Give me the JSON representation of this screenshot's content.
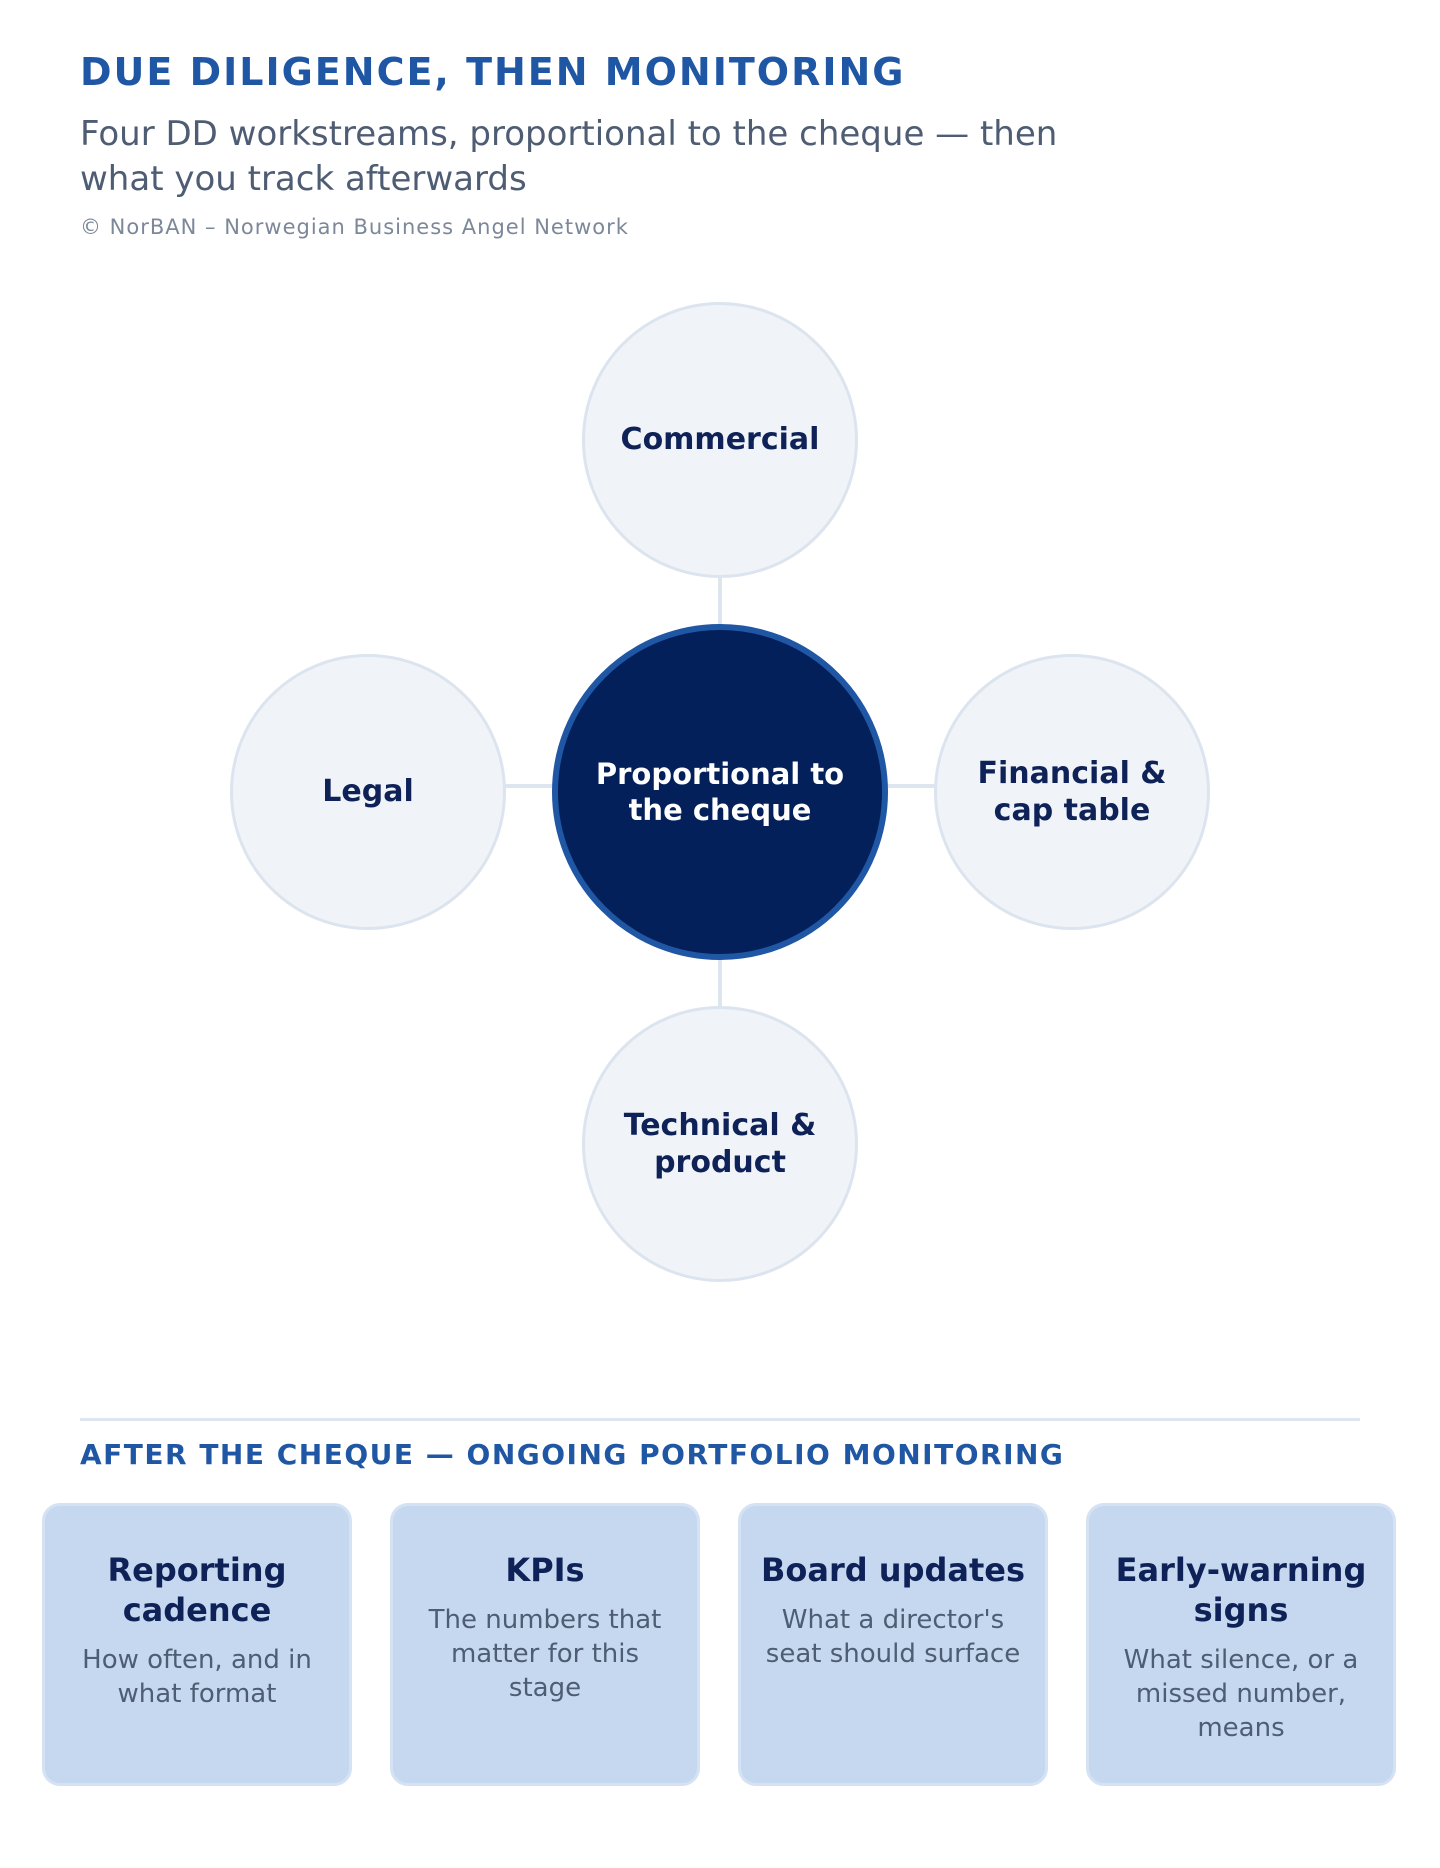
{
  "header": {
    "title": "DUE DILIGENCE, THEN MONITORING",
    "subtitle": "Four DD workstreams, proportional to the cheque — then what you track afterwards",
    "copyright": "© NorBAN – Norwegian Business Angel Network"
  },
  "diagram": {
    "center": "Proportional to the cheque",
    "top": "Commercial",
    "left": "Legal",
    "right": "Financial & cap table",
    "bottom": "Technical & product"
  },
  "monitoring": {
    "title": "AFTER THE CHEQUE — ONGOING PORTFOLIO MONITORING",
    "cards": [
      {
        "title": "Reporting cadence",
        "desc": "How often, and in what format"
      },
      {
        "title": "KPIs",
        "desc": "The numbers that matter for this stage"
      },
      {
        "title": "Board updates",
        "desc": "What a director's seat should surface"
      },
      {
        "title": "Early-warning signs",
        "desc": "What silence, or a missed number, means"
      }
    ]
  },
  "colors": {
    "accent": "#1f57a4",
    "navy": "#03205a",
    "node_fill": "#f0f4f8",
    "card_fill": "#c6d8f0",
    "text_dark": "#0f2258",
    "text_muted": "#4e5d73"
  }
}
